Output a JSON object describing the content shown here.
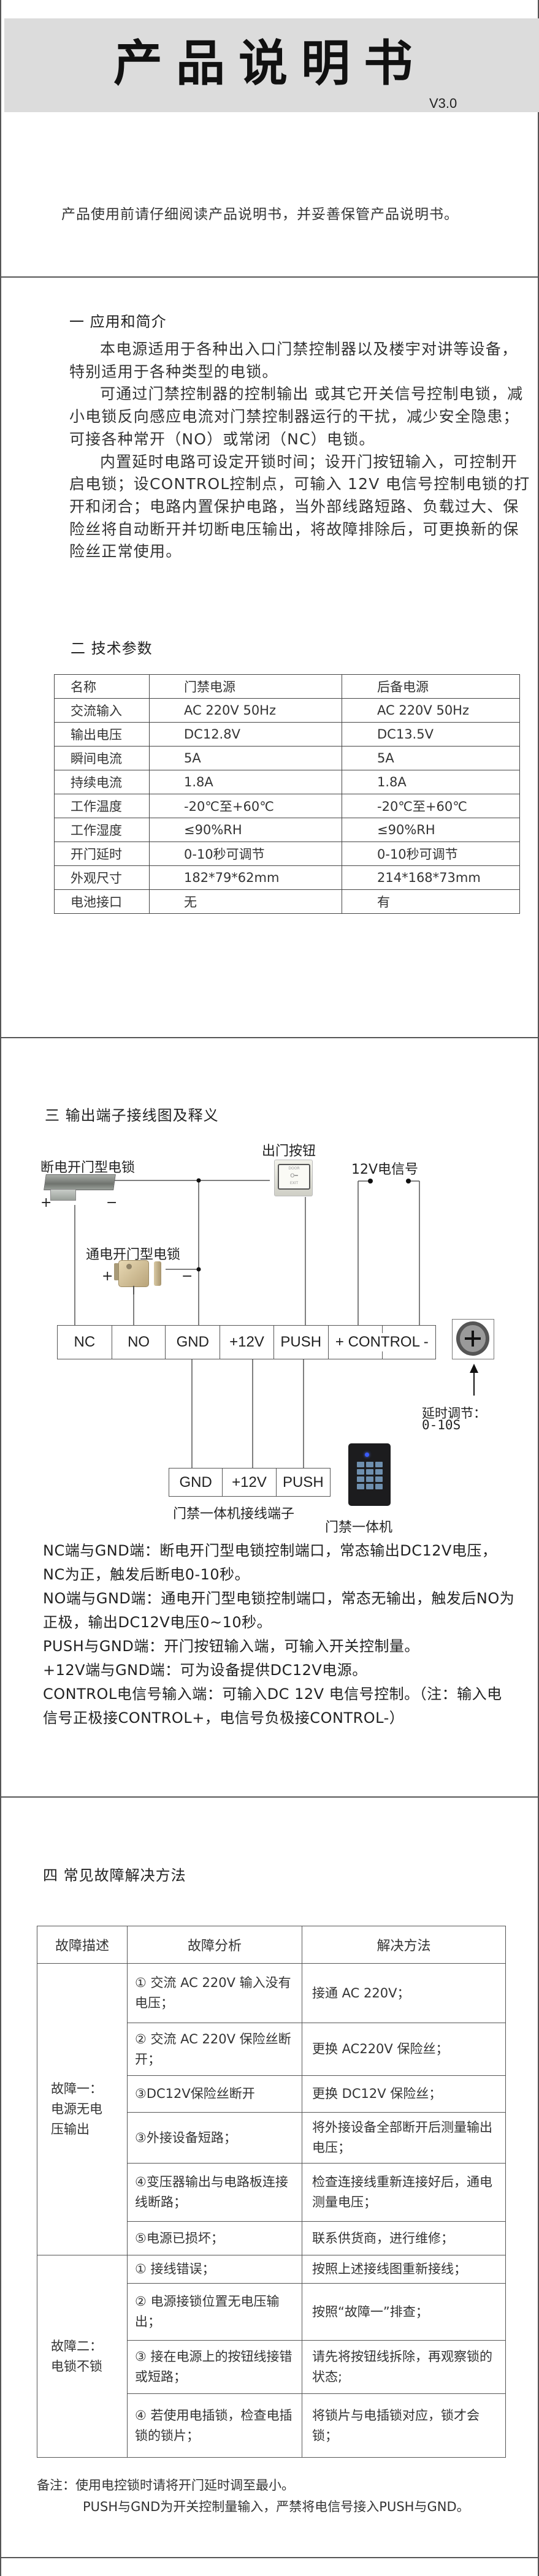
{
  "cover": {
    "title": "产品说明书",
    "version": "V3.0",
    "intro": "产品使用前请仔细阅读产品说明书，并妥善保管产品说明书。"
  },
  "section1": {
    "heading": "一  应用和简介",
    "paragraphs": [
      "本电源适用于各种出入口门禁控制器以及楼宇对讲等设备，特别适用于各种类型的电锁。",
      "可通过门禁控制器的控制输出 或其它开关信号控制电锁，减小电锁反向感应电流对门禁控制器运行的干扰，减少安全隐患；可接各种常开（NO）或常闭（NC）电锁。",
      "内置延时电路可设定开锁时间；设开门按钮输入，可控制开启电锁；设CONTROL控制点，可输入 12V 电信号控制电锁的打开和闭合；电路内置保护电路，当外部线路短路、负载过大、保险丝将自动断开并切断电压输出，将故障排除后，可更换新的保险丝正常使用。"
    ]
  },
  "section2": {
    "heading": "二  技术参数",
    "table": {
      "headers": [
        "名称",
        "门禁电源",
        "后备电源"
      ],
      "rows": [
        [
          "交流输入",
          "AC 220V 50Hz",
          "AC 220V 50Hz"
        ],
        [
          "输出电压",
          "DC12.8V",
          "DC13.5V"
        ],
        [
          "瞬间电流",
          "5A",
          "5A"
        ],
        [
          "持续电流",
          "1.8A",
          "1.8A"
        ],
        [
          "工作温度",
          "-20℃至+60℃",
          "-20℃至+60℃"
        ],
        [
          "工作湿度",
          "≤90%RH",
          "≤90%RH"
        ],
        [
          "开门延时",
          "0-10秒可调节",
          "0-10秒可调节"
        ],
        [
          "外观尺寸",
          "182*79*62mm",
          "214*168*73mm"
        ],
        [
          "电池接口",
          "无",
          "有"
        ]
      ]
    }
  },
  "section3": {
    "heading": "三  输出端子接线图及释义",
    "diagram": {
      "exit_button": "出门按钮",
      "exit_button_top": "DOOR",
      "exit_button_bottom": "EXIT",
      "fail_secure_lock": "断电开门型电锁",
      "fail_safe_lock": "通电开门型电锁",
      "signal": "12V电信号",
      "plus": "+",
      "minus": "−",
      "terminals": [
        "NC",
        "NO",
        "GND",
        "+12V",
        "PUSH",
        "+ CONTROL -"
      ],
      "delay_label": "延时调节：",
      "delay_range": "0-10S",
      "device_terminals": [
        "GND",
        "+12V",
        "PUSH"
      ],
      "device_terminal_caption": "门禁一体机接线端子",
      "device_caption": "门禁一体机"
    },
    "descriptions": [
      "NC端与GND端：断电开门型电锁控制端口，常态输出DC12V电压，NC为正，触发后断电0-10秒。",
      "NO端与GND端：通电开门型电锁控制端口，常态无输出，触发后NO为正极，输出DC12V电压0~10秒。",
      "PUSH与GND端：开门按钮输入端，可输入开关控制量。",
      "+12V端与GND端：可为设备提供DC12V电源。",
      "CONTROL电信号输入端：可输入DC 12V 电信号控制。（注：输入电信号正极接CONTROL+，电信号负极接CONTROL-）"
    ]
  },
  "section4": {
    "heading": "四  常见故障解决方法",
    "headers": [
      "故障描述",
      "故障分析",
      "解决方法"
    ],
    "faults": [
      {
        "description": "故障一：电源无电压输出",
        "items": [
          [
            "① 交流 AC 220V 输入没有电压；",
            "接通 AC 220V；"
          ],
          [
            "② 交流 AC 220V 保险丝断开；",
            "更换 AC220V 保险丝；"
          ],
          [
            "③DC12V保险丝断开",
            "更换 DC12V 保险丝；"
          ],
          [
            "③外接设备短路；",
            "将外接设备全部断开后测量输出电压；"
          ],
          [
            "④变压器输出与电路板连接线断路；",
            "检查连接线重新连接好后，通电测量电压；"
          ],
          [
            "⑤电源已损坏；",
            "联系供货商，进行维修；"
          ]
        ]
      },
      {
        "description": "故障二：电锁不锁",
        "items": [
          [
            "① 接线错误；",
            "按照上述接线图重新接线；"
          ],
          [
            "② 电源接锁位置无电压输出；",
            "按照“故障一”排查；"
          ],
          [
            "③ 接在电源上的按钮线接错或短路；",
            "请先将按钮线拆除，再观察锁的状态;"
          ],
          [
            "④ 若使用电插锁，检查电插锁的锁片；",
            "将锁片与电插锁对应，锁才会锁；"
          ]
        ]
      }
    ],
    "notes": [
      "备注：使用电控锁时请将开门延时调至最小。",
      "PUSH与GND为开关控制量输入，严禁将电信号接入PUSH与GND。"
    ]
  }
}
